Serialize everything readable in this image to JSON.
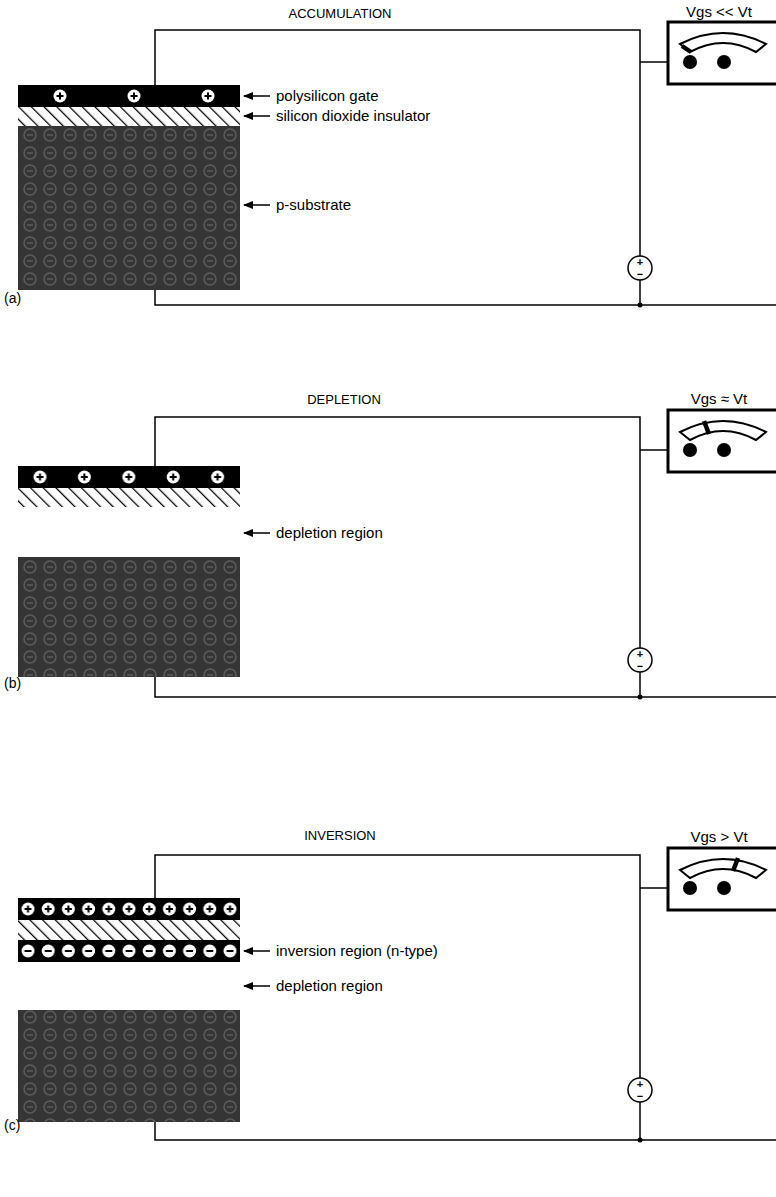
{
  "diagram": {
    "nodes": [
      {
        "text": [
          "Vgs << Vt"
        ]
      },
      {
        "text": [
          "Vgs ≈ Vt"
        ]
      },
      {
        "text": [
          "Vgs > Vt"
        ]
      }
    ],
    "labels": [
      "ACCUMULATION",
      "polysilicon gate",
      "silicon dioxide insulator",
      "p-substrate",
      "(a)",
      "+",
      "−",
      "DEPLETION",
      "depletion region",
      "(b)",
      "+",
      "−",
      "INVERSION",
      "inversion region (n-type)",
      "depletion region",
      "(c)",
      "+",
      "−"
    ]
  }
}
